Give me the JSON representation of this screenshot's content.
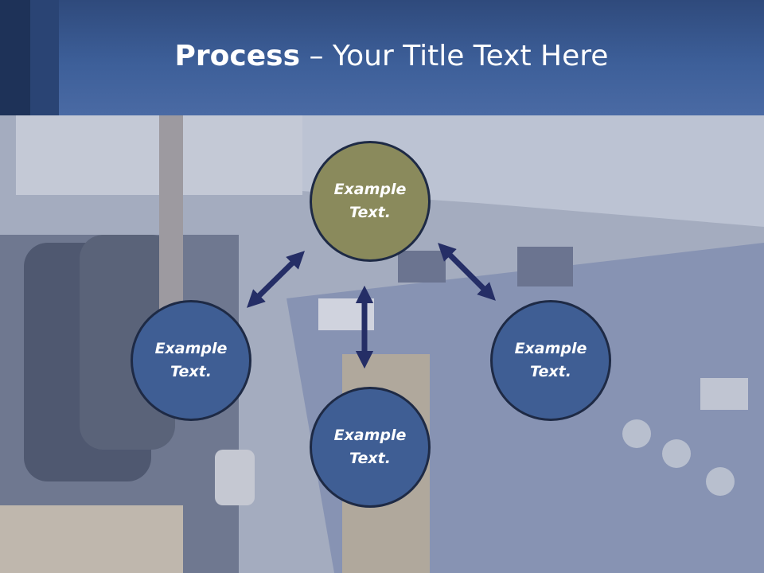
{
  "slide": {
    "title_bold": "Process",
    "title_rest": " – Your Title Text Here"
  },
  "nodes": {
    "top": "Example Text.",
    "left": "Example Text.",
    "right": "Example Text.",
    "bottom": "Example Text."
  },
  "colors": {
    "header": "#3d5f99",
    "node_top": "#8a8a5c",
    "node": "#3f5e94",
    "arrow": "#252e66"
  }
}
